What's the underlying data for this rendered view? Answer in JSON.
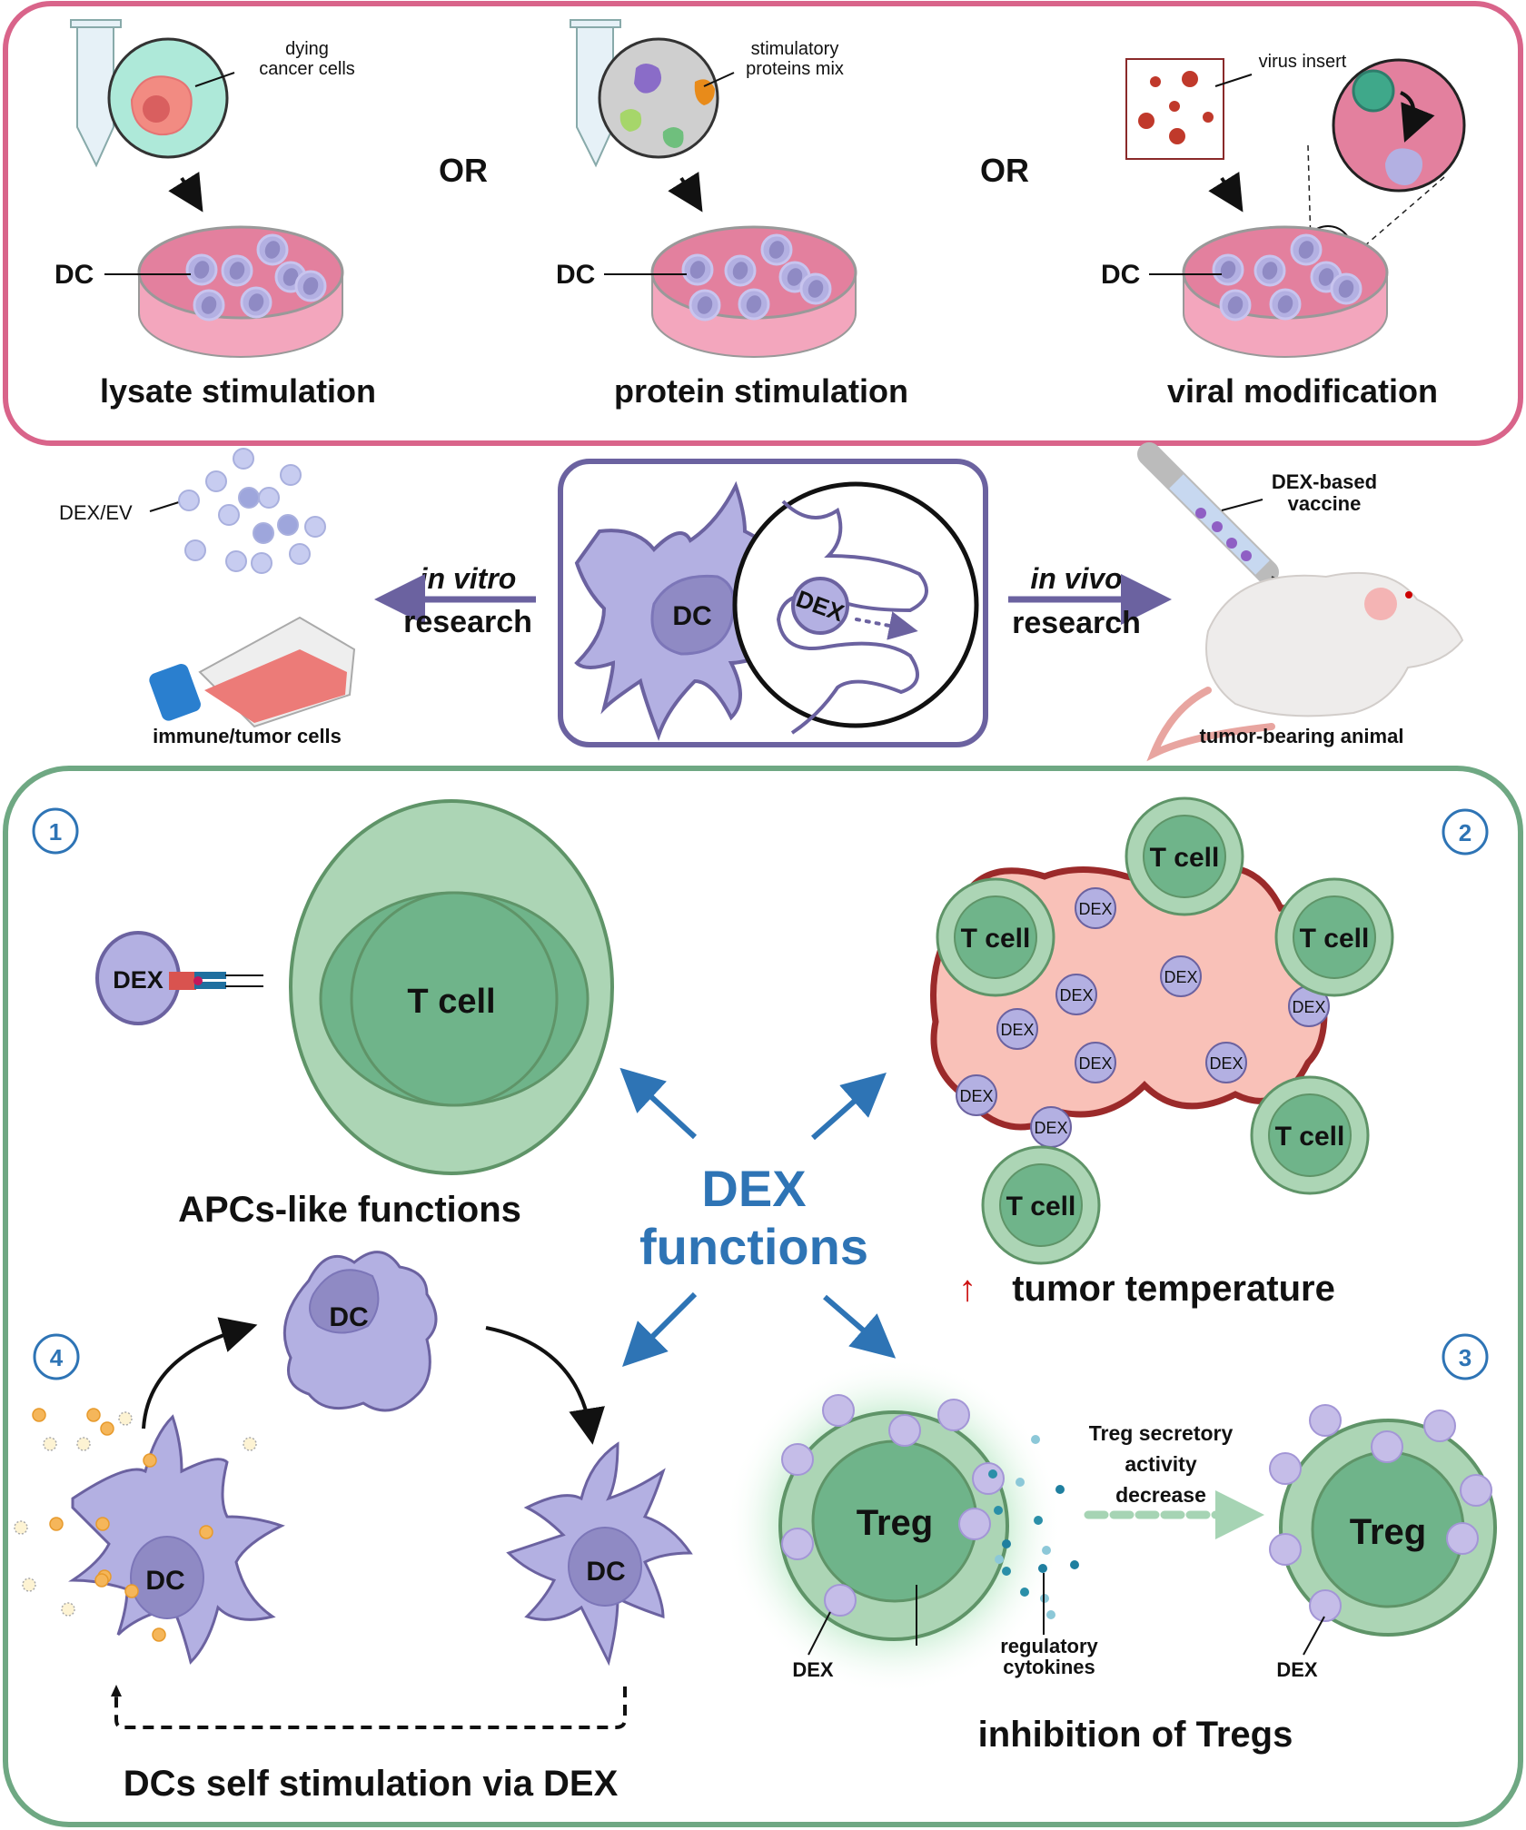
{
  "colors": {
    "panel_top_border": "#d9648a",
    "panel_mid_border": "#6b62a0",
    "panel_bottom_border": "#6fa883",
    "dc_fill": "#b3b0e2",
    "dc_nucleus": "#8f8ac4",
    "dc_stroke": "#6b62a0",
    "tcell_outer": "#acd5b5",
    "tcell_inner": "#6fb48a",
    "tcell_stroke": "#5f9468",
    "accent_blue": "#2e74b5",
    "dish_pink": "#e3809e",
    "tumor_fill": "#f9c1b8",
    "tumor_stroke": "#9b2a2a",
    "up_arrow_red": "#cc1111"
  },
  "top_panel": {
    "methods": [
      {
        "name": "lysate stimulation",
        "inset_label": "dying\ncancer cells",
        "dish_label": "DC"
      },
      {
        "name": "protein stimulation",
        "inset_label": "stimulatory\nproteins mix",
        "dish_label": "DC"
      },
      {
        "name": "viral modification",
        "inset_label": "virus insert",
        "dish_label": "DC"
      }
    ],
    "separators": [
      "OR",
      "OR"
    ]
  },
  "middle_panel": {
    "left": {
      "dex_label": "DEX/EV",
      "arrow_label_line1": "in vitro",
      "arrow_label_line2": "research",
      "flask_label": "immune/tumor cells"
    },
    "center": {
      "dc_label": "DC",
      "dex_label": "DEX"
    },
    "right": {
      "syringe_label_line1": "DEX-based",
      "syringe_label_line2": "vaccine",
      "arrow_label_line1": "in vivo",
      "arrow_label_line2": "research",
      "animal_label": "tumor-bearing animal"
    }
  },
  "bottom_panel": {
    "center_title_line1": "DEX",
    "center_title_line2": "functions",
    "sections": [
      {
        "number": "1",
        "title": "APCs-like functions",
        "dex_label": "DEX",
        "cell_label": "T cell"
      },
      {
        "number": "2",
        "title": "tumor temperature",
        "prefix_icon": "up-arrow",
        "tcell_label": "T cell",
        "dex_label": "DEX"
      },
      {
        "number": "3",
        "title": "inhibition of Tregs",
        "cell_label": "Treg",
        "process_label_line1": "Treg secretory",
        "process_label_line2": "activity",
        "process_label_line3": "decrease",
        "cytokine_label_line1": "regulatory",
        "cytokine_label_line2": "cytokines",
        "dex_label": "DEX"
      },
      {
        "number": "4",
        "title": "DCs self stimulation via DEX",
        "cell_label": "DC"
      }
    ]
  }
}
